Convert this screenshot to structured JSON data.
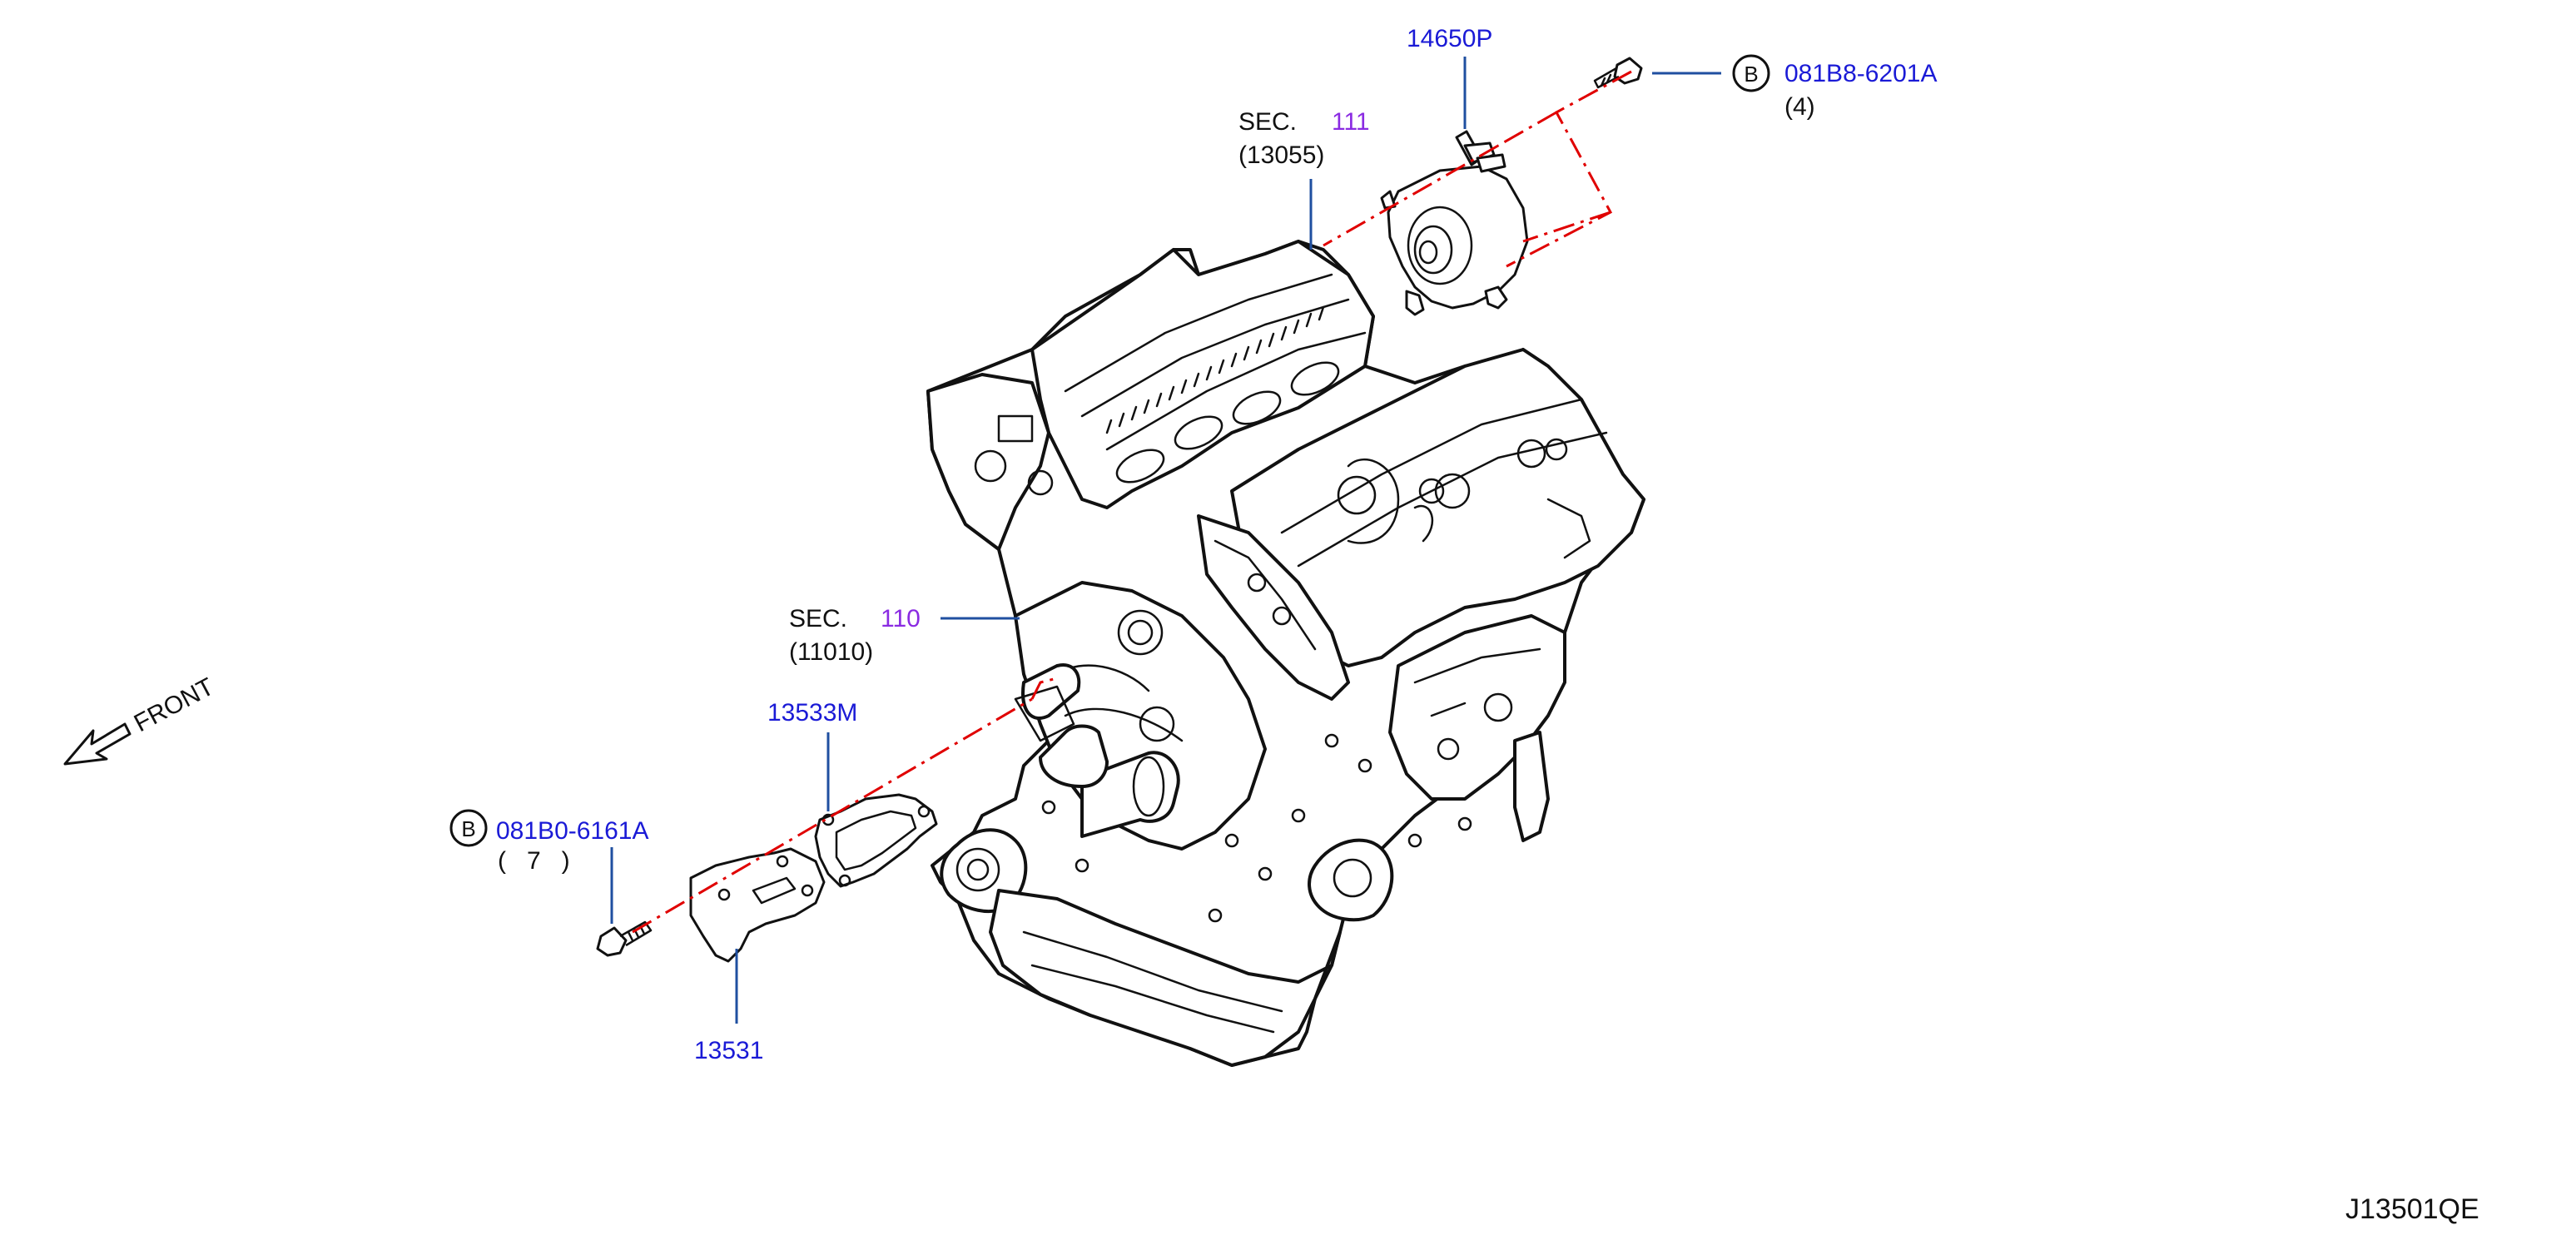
{
  "diagram_code": "J13501QE",
  "front_label": "FRONT",
  "sections": {
    "upper": {
      "sec_label": "SEC.",
      "sec_number": "111",
      "part_ref": "(13055)"
    },
    "lower": {
      "sec_label": "SEC.",
      "sec_number": "110",
      "part_ref": "(11010)"
    }
  },
  "parts": {
    "vacuum_pump": {
      "number": "14650P"
    },
    "gasket": {
      "number": "13533M"
    },
    "cover": {
      "number": "13531"
    },
    "upper_bolt": {
      "marker": "B",
      "number": "081B8-6201A",
      "qty": "(4)"
    },
    "lower_bolt": {
      "marker": "B",
      "number": "081B0-6161A",
      "qty": "(   7   )"
    }
  },
  "colors": {
    "part_number": "#1a1ad6",
    "section_number": "#8a2be2",
    "leader_line": "#1f4fa0",
    "assembly_line": "#e00000",
    "drawing": "#111111"
  },
  "icons": [
    "front-arrow-icon",
    "bolt-icon",
    "circled-b-icon"
  ]
}
